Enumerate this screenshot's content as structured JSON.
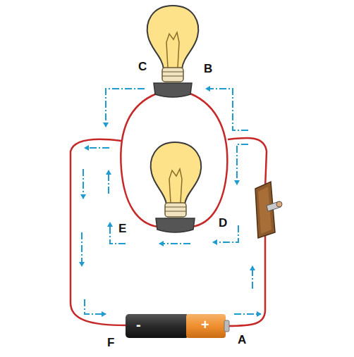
{
  "diagram": {
    "labels": [
      "C",
      "B",
      "D",
      "E",
      "F",
      "A",
      "-",
      "+"
    ]
  }
}
